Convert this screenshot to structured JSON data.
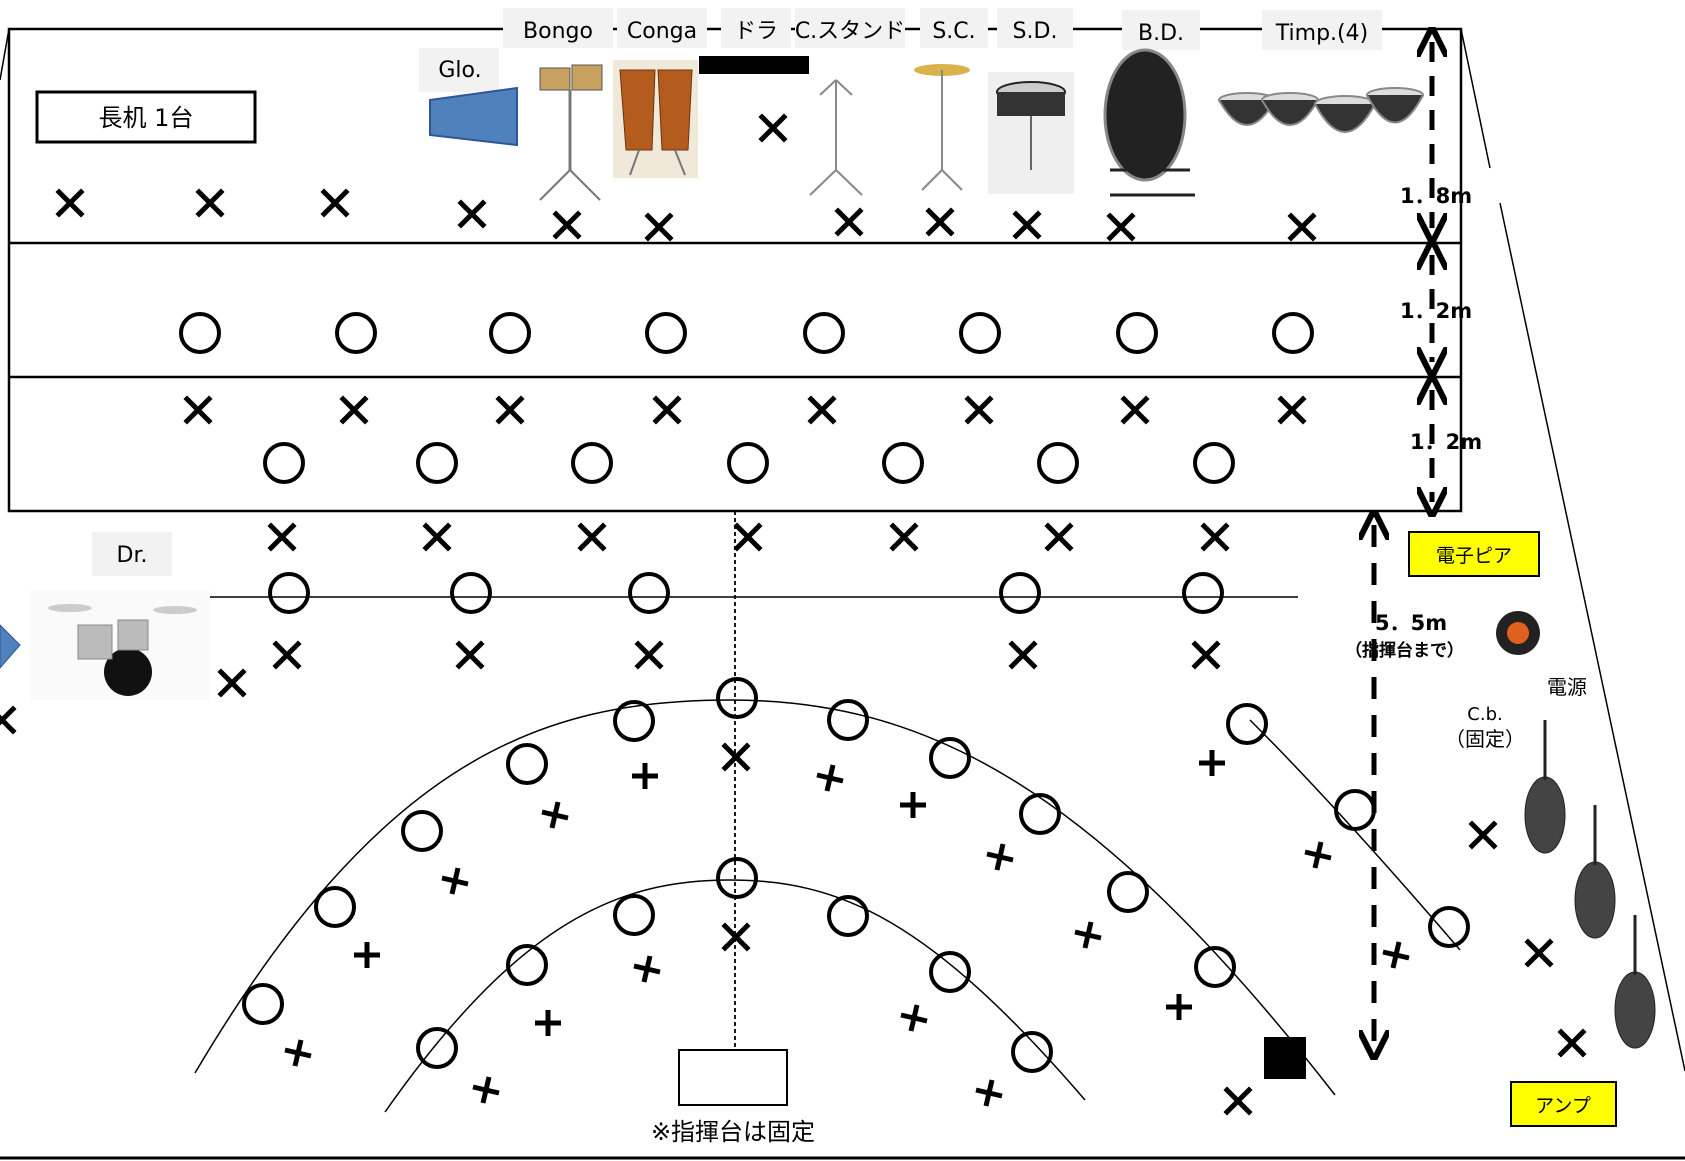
{
  "desk_label": "長机 1台",
  "instrument_labels": {
    "glockenspiel": "Glo.",
    "bongo": "Bongo",
    "conga": "Conga",
    "drum_throne": "ドラ",
    "cymbal_stand": "C.スタンド",
    "suspended_cymbal": "S.C.",
    "snare_drum": "S.D.",
    "bass_drum": "B.D.",
    "timpani": "Timp.(4)",
    "drum_set": "Dr.",
    "contrabass": "C.b.",
    "contrabass_note": "（固定）",
    "power": "電源"
  },
  "equipment_labels": {
    "electric_piano": "電子ピア",
    "amp": "アンプ"
  },
  "dimensions": {
    "riser_top": "1．8m",
    "riser_mid": "1．2m",
    "riser_low": "1．2m",
    "to_podium": "5．5m",
    "to_podium_note": "（指揮台まで）"
  },
  "podium_note": "※指揮台は固定",
  "legend_symbols": {
    "seat": "○",
    "stand": "×",
    "alt_stand": "+"
  },
  "colors": {
    "highlight_box": "#ffff00",
    "glockenspiel": "#4f81bd",
    "line": "#000000"
  }
}
